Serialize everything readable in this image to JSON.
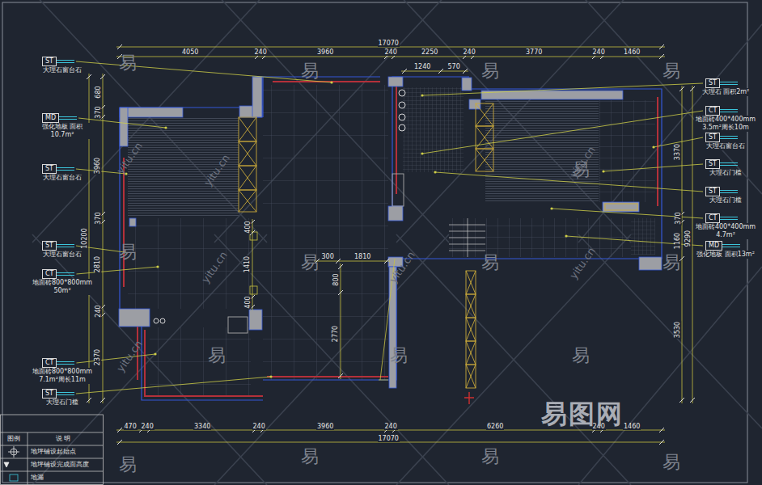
{
  "diagram": {
    "nodes": [
      {
        "text": [
          "ST",
          "大理石窗台石"
        ]
      },
      {
        "text": [
          "MD",
          "强化地板 面积10.7m²"
        ]
      },
      {
        "text": [
          "ST",
          "大理石窗台石"
        ]
      },
      {
        "text": [
          "ST",
          "大理石窗台石"
        ]
      },
      {
        "text": [
          "CT",
          "地面砖800*800mm 50m²"
        ]
      },
      {
        "text": [
          "CT",
          "地面砖800*800mm 7.1m²周长11m"
        ]
      },
      {
        "text": [
          "ST",
          "大理石门槛"
        ]
      },
      {
        "text": [
          "ST",
          "大理石 面积2m²"
        ]
      },
      {
        "text": [
          "CT",
          "地面砖400*400mm 3.5m²周长10m"
        ]
      },
      {
        "text": [
          "ST",
          "大理石窗台石"
        ]
      },
      {
        "text": [
          "ST",
          "大理石门槛"
        ]
      },
      {
        "text": [
          "ST",
          "大理石门槛"
        ]
      },
      {
        "text": [
          "CT",
          "地面砖400*400mm 4.7m²"
        ]
      },
      {
        "text": [
          "MD",
          "强化地板 面积13m²"
        ]
      }
    ],
    "labels": [
      "17070",
      "4050",
      "240",
      "3960",
      "240",
      "2250",
      "240",
      "3770",
      "240",
      "1460",
      "1240",
      "570",
      "680",
      "370",
      "3960",
      "370",
      "2810",
      "240",
      "2370",
      "10200",
      "3370",
      "370",
      "1160",
      "9290",
      "3530",
      "470",
      "240",
      "3340",
      "240",
      "3960",
      "240",
      "6260",
      "240",
      "1460",
      "17070",
      "400",
      "1410",
      "400",
      "300",
      "1810",
      "800",
      "2770",
      "图例",
      "说 明",
      "易",
      "易",
      "易",
      "易",
      "易",
      "易",
      "易",
      "易",
      "易",
      "易",
      "易",
      "易",
      "易",
      "易",
      "易",
      "易",
      "yitu.cn",
      "yitu.cn",
      "yitu.cn",
      "yitu.cn",
      "yitu.cn",
      "yitu.cn",
      "yitu.cn",
      "易图网"
    ],
    "legend": [
      {
        "text": "地坪铺设起始点"
      },
      {
        "text": "地坪铺设完成面高度"
      },
      {
        "text": "地漏"
      }
    ]
  }
}
